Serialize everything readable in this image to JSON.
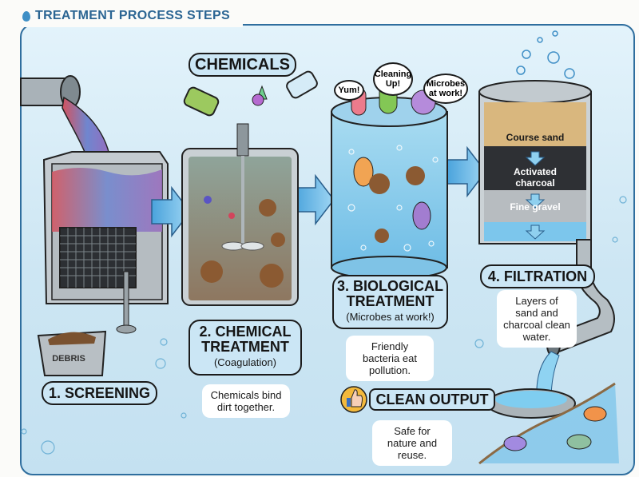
{
  "header": {
    "title": "TREATMENT PROCESS STEPS",
    "icon": "water-drop-icon"
  },
  "chemicals_label": "CHEMICALS",
  "steps": [
    {
      "number": 1,
      "title": "1. SCREENING",
      "subtitle": "",
      "note": ""
    },
    {
      "number": 2,
      "title": "2. CHEMICAL TREATMENT",
      "subtitle": "(Coagulation)",
      "note": "Chemicals bind dirt together."
    },
    {
      "number": 3,
      "title": "3. BIOLOGICAL TREATMENT",
      "subtitle": "(Microbes at work!)",
      "note": "Friendly bacteria eat pollution."
    },
    {
      "number": 4,
      "title": "4. FILTRATION",
      "subtitle": "",
      "note": "Layers of sand and charcoal clean water."
    }
  ],
  "debris_label": "DEBRIS",
  "speech_bubbles": [
    "Yum!",
    "Cleaning Up!",
    "Microbes at work!"
  ],
  "filter_layers": [
    "Course sand",
    "Activated charcoal",
    "Fine gravel"
  ],
  "output": {
    "title": "CLEAN OUTPUT",
    "note": "Safe for nature and reuse.",
    "icon": "thumbs-up-icon"
  },
  "colors": {
    "frame_border": "#2f6e9e",
    "title_blue": "#2b6593",
    "background": "#dbeef8",
    "sand": "#d9b77e",
    "charcoal": "#2e3034",
    "gravel": "#b7bcc0",
    "water": "#7cc6ec"
  }
}
